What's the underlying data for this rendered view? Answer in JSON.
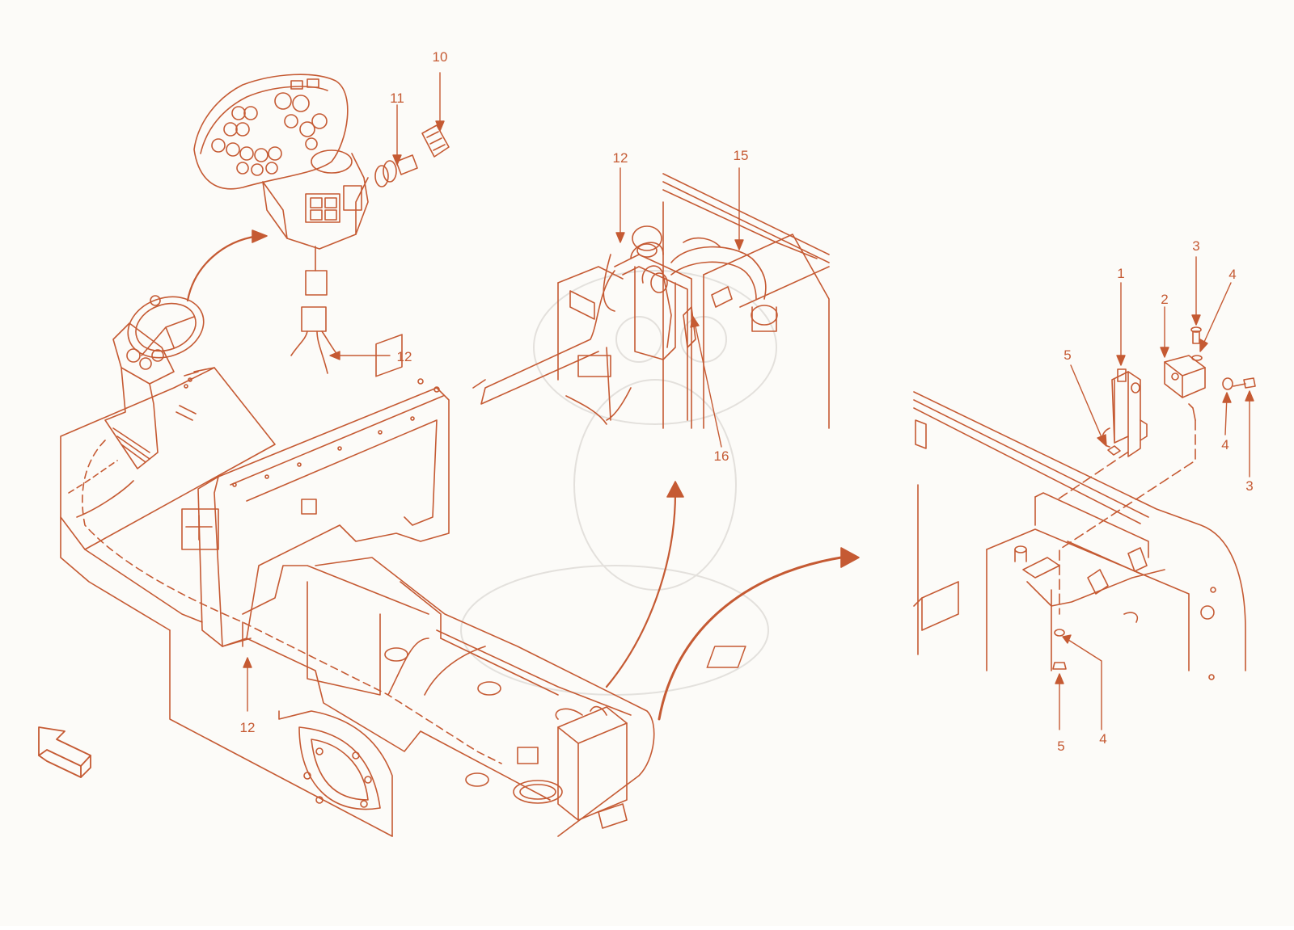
{
  "colors": {
    "background": "#fcfbf8",
    "ink": "#c55a33",
    "ink_light": "#dd9a7e",
    "watermark": "#d9d6d1"
  },
  "callouts": {
    "c10": "10",
    "c11": "11",
    "c12_dash": "12",
    "c12_frame": "12",
    "c12_detail": "12",
    "c15": "15",
    "c16": "16",
    "c1": "1",
    "c2": "2",
    "c3_top": "3",
    "c3_right": "3",
    "c4_top": "4",
    "c4_mid": "4",
    "c4_bottom": "4",
    "c5_left": "5",
    "c5_bottom": "5"
  },
  "icons": {
    "orientation": "front-direction-arrow-icon"
  }
}
